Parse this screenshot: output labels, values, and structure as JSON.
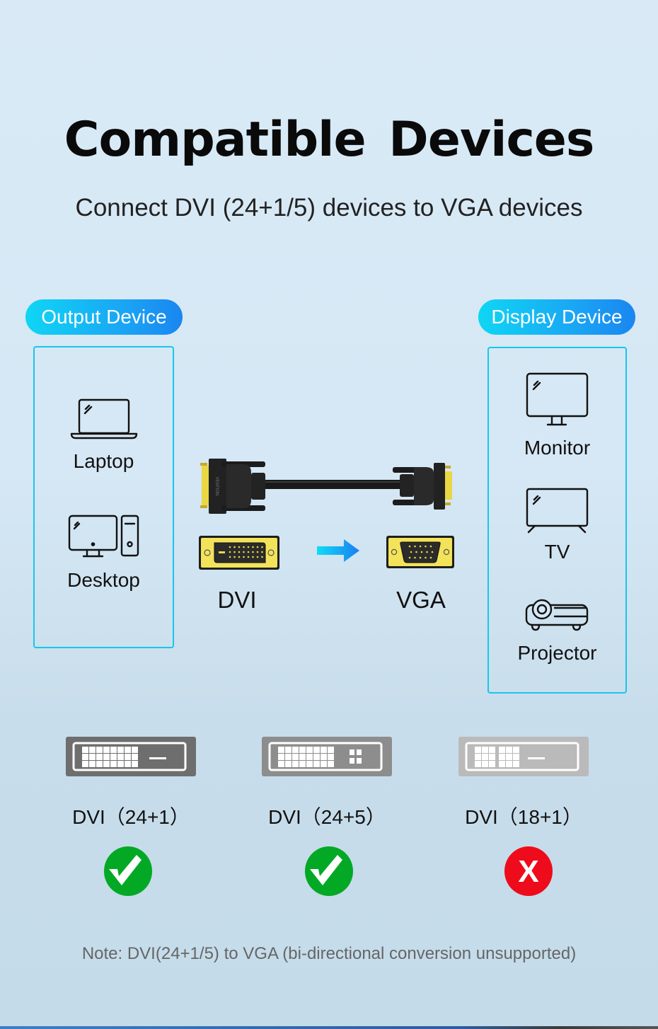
{
  "header": {
    "title": "Compatible  Devices",
    "subtitle": "Connect DVI (24+1/5) devices to VGA devices"
  },
  "output_panel": {
    "label": "Output Device",
    "devices": [
      {
        "name": "Laptop",
        "icon": "laptop-icon"
      },
      {
        "name": "Desktop",
        "icon": "desktop-icon"
      }
    ]
  },
  "display_panel": {
    "label": "Display Device",
    "devices": [
      {
        "name": "Monitor",
        "icon": "monitor-icon"
      },
      {
        "name": "TV",
        "icon": "tv-icon"
      },
      {
        "name": "Projector",
        "icon": "projector-icon"
      }
    ]
  },
  "cable": {
    "source_label": "DVI",
    "target_label": "VGA",
    "arrow_icon": "arrow-right-icon",
    "brand_mark": "VENTION"
  },
  "compatibility": [
    {
      "label": "DVI（24+1）",
      "supported": true,
      "status_icon": "check-icon"
    },
    {
      "label": "DVI（24+5）",
      "supported": true,
      "status_icon": "check-icon"
    },
    {
      "label": "DVI（18+1）",
      "supported": false,
      "status_icon": "x-icon",
      "status_text": "X"
    }
  ],
  "note": "Note:  DVI(24+1/5) to VGA (bi-directional conversion unsupported)",
  "colors": {
    "accent_gradient_start": "#0fd6f3",
    "accent_gradient_end": "#1a86f0",
    "panel_border": "#18c6ee",
    "supported": "#03a925",
    "unsupported": "#ee0b1b",
    "connector_gold": "#f2e35a"
  }
}
